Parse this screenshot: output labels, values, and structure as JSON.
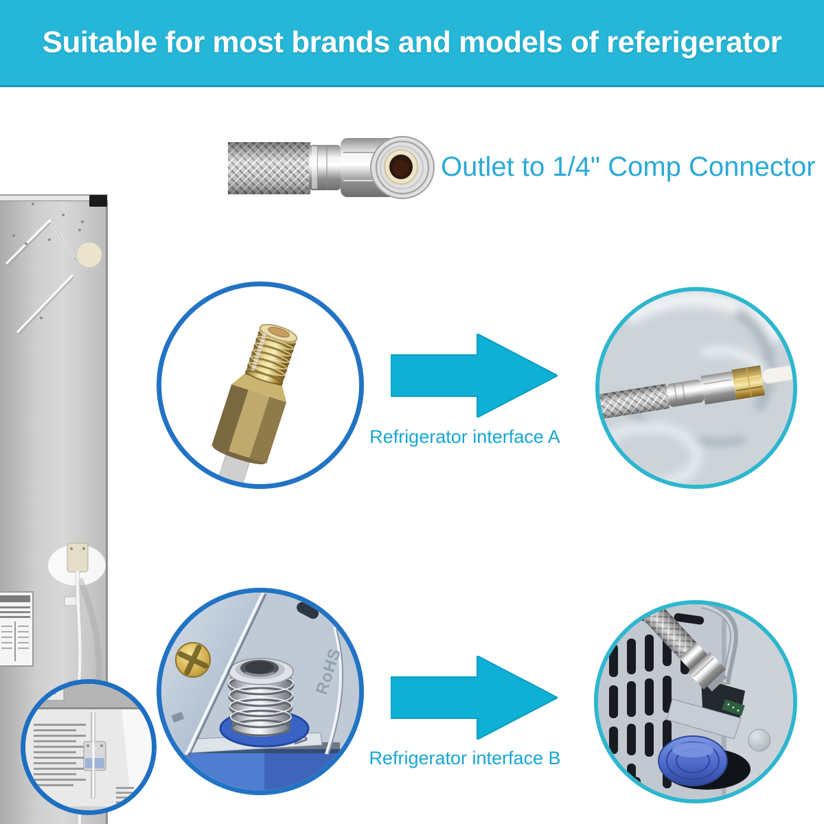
{
  "header": {
    "title": "Suitable for most brands and models of referigerator"
  },
  "hose_caption": {
    "text": "Outlet to 1/4\" Comp Connector"
  },
  "interface_a": {
    "label": "Refrigerator interface A"
  },
  "interface_b": {
    "label": "Refrigerator interface B"
  },
  "stamps": {
    "fitting_plate": "RoHS"
  },
  "colors": {
    "banner_bg": "#26b6d7",
    "banner_text": "#ffffff",
    "caption_text": "#29a9d5",
    "label_text": "#17a6d3",
    "arrow_fill": "#0fb0d6",
    "arrow_edge": "#0a9cc2",
    "circle_border_blue": "#2273c4",
    "circle_border_teal": "#2eb6ce"
  }
}
